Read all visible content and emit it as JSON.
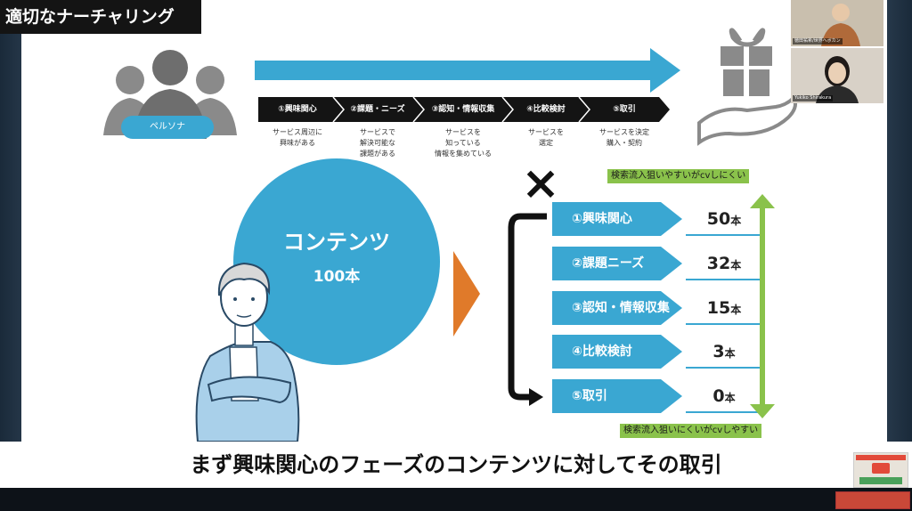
{
  "title": "適切なナーチャリング",
  "persona_label": "ペルソナ",
  "steps": [
    {
      "label": "①興味関心",
      "desc": "サービス周辺に\n興味がある"
    },
    {
      "label": "②課題・ニーズ",
      "desc": "サービスで\n解決可能な\n課題がある"
    },
    {
      "label": "③認知・情報収集",
      "desc": "サービスを\n知っている\n情報を集めている"
    },
    {
      "label": "④比較検討",
      "desc": "サービスを\n選定"
    },
    {
      "label": "⑤取引",
      "desc": "サービスを決定\n購入・契約"
    }
  ],
  "content_circle": {
    "title": "コンテンツ",
    "count": "100本"
  },
  "phases": [
    {
      "label": "①興味関心",
      "num": "50",
      "unit": "本"
    },
    {
      "label": "②課題ニーズ",
      "num": "32",
      "unit": "本"
    },
    {
      "label": "③認知・情報収集",
      "num": "15",
      "unit": "本"
    },
    {
      "label": "④比較検討",
      "num": "3",
      "unit": "本"
    },
    {
      "label": "⑤取引",
      "num": "0",
      "unit": "本"
    }
  ],
  "cross_mark": "×",
  "note_top": "検索流入狙いやすいがcvしにくい",
  "note_bottom": "検索流入狙いにくいがcvしやすい",
  "caption": "まず興味関心のフェーズのコンテンツに対してその取引",
  "participants": [
    {
      "name": "徳田祐希/世界へボカン"
    },
    {
      "name": "Yukiko Shirakura"
    }
  ],
  "colors": {
    "accent": "#3aa7d2",
    "arrow_orange": "#e07a2a",
    "note_green": "#8ac24b",
    "dark": "#141414"
  }
}
